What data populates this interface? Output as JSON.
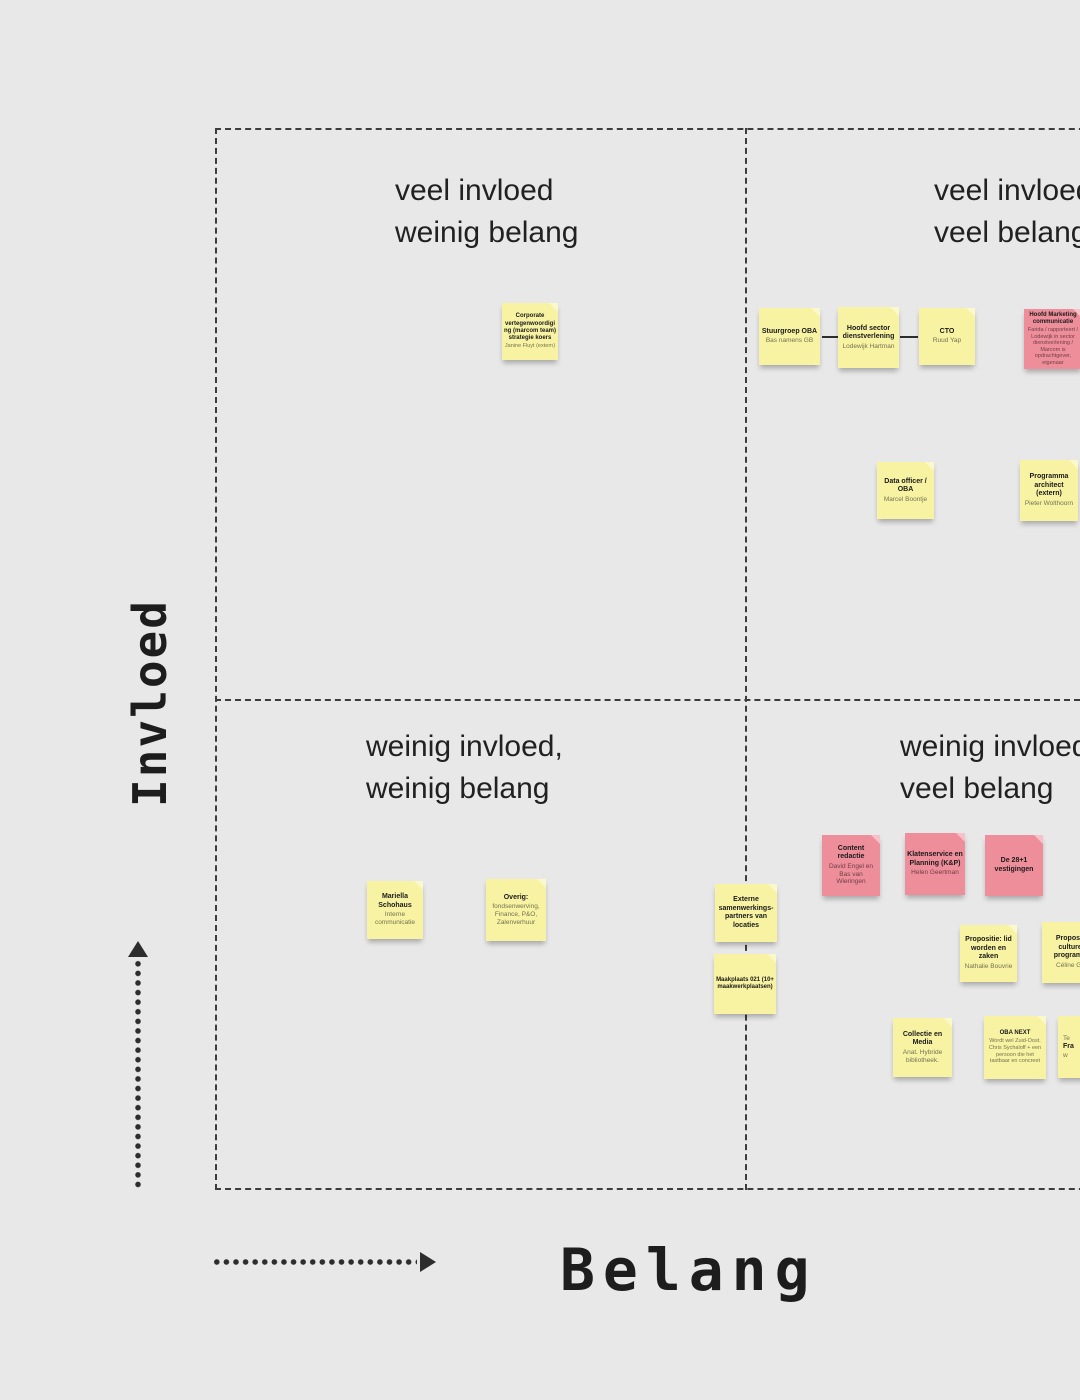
{
  "colors": {
    "background": "#e8e8e8",
    "sticky_yellow": "#f8f3a3",
    "sticky_pink": "#ee8e9b",
    "line_dark": "#2d2d2d"
  },
  "axes": {
    "y_label": "Invloed",
    "x_label": "Belang"
  },
  "quadrants": {
    "top_left": {
      "line1": "veel invloed",
      "line2": "weinig belang"
    },
    "top_right": {
      "line1": "veel invloed",
      "line2": "veel belang"
    },
    "bottom_left": {
      "line1": "weinig invloed,",
      "line2": "weinig belang"
    },
    "bottom_right": {
      "line1": "weinig invloed",
      "line2": "veel belang"
    }
  },
  "stickies": [
    {
      "id": "corporate-vertegenwoordiging",
      "color": "yellow",
      "title": "Corporate vertegenwoordiging (marcom team) strategie koers",
      "subtitle": "Janine Fluyt (extern)"
    },
    {
      "id": "stuurgroep-oba",
      "color": "yellow",
      "title": "Stuurgroep OBA",
      "subtitle": "Bas namens GB"
    },
    {
      "id": "hoofd-sector-dienstverlening",
      "color": "yellow",
      "title": "Hoofd sector dienstverlening",
      "subtitle": "Lodewijk Hartman"
    },
    {
      "id": "cto",
      "color": "yellow",
      "title": "CTO",
      "subtitle": "Ruud Yap"
    },
    {
      "id": "hoofd-marketing-communicatie",
      "color": "pink",
      "title": "Hoofd Marketing communicatie",
      "subtitle": "Farida / rapporteert / Lodewijk in sector dienstverlening / Marcom is opdrachtgever, eigenaar"
    },
    {
      "id": "data-officer-oba",
      "color": "yellow",
      "title": "Data officer / OBA",
      "subtitle": "Marcel Boontje"
    },
    {
      "id": "programma-architect-extern",
      "color": "yellow",
      "title": "Programma architect (extern)",
      "subtitle": "Pieter Wolthoorn"
    },
    {
      "id": "mariella-schohaus",
      "color": "yellow",
      "title": "Mariella Schohaus",
      "subtitle": "Interne communicatie"
    },
    {
      "id": "overig",
      "color": "yellow",
      "title": "Overig:",
      "subtitle": "fondsenwerving, Finance, P&O, Zalenverhuur"
    },
    {
      "id": "externe-samenwerkingspartners",
      "color": "yellow",
      "title": "Externe samenwerkings-partners van locaties"
    },
    {
      "id": "maakplaats-021",
      "color": "yellow",
      "title": "Maakplaats 021 (10+ maakwerkplaatsen)"
    },
    {
      "id": "content-redactie",
      "color": "pink",
      "title": "Content redactie",
      "subtitle": "David Engel en Bas van Wieringen"
    },
    {
      "id": "klantenservice-en-planning",
      "color": "pink",
      "title": "Klatenservice en Planning (K&P)",
      "subtitle": "Helen Geertman"
    },
    {
      "id": "de-28-plus-1-vestigingen",
      "color": "pink",
      "title": "De 28+1 vestigingen"
    },
    {
      "id": "propositie-lid-worden-en-zaken",
      "color": "yellow",
      "title": "Propositie: lid worden en zaken",
      "subtitle": "Nathalie Bouvrie"
    },
    {
      "id": "propositie-culturele-programmering",
      "color": "yellow",
      "title": "Propositie culturele programme",
      "subtitle": "Céline Gala"
    },
    {
      "id": "collectie-en-media",
      "color": "yellow",
      "title": "Collectie en Media",
      "subtitle": "Anat. Hybride bibliotheek."
    },
    {
      "id": "oba-next",
      "color": "yellow",
      "title": "OBA NEXT",
      "subtitle": "Wordt wel Zuid-Oost. Chris Sychaloff + een persoon die het tastbaar en concreet"
    },
    {
      "id": "clipped-right-sticky",
      "color": "yellow",
      "line1": "Te",
      "title": "Fra",
      "line3": "w"
    }
  ]
}
